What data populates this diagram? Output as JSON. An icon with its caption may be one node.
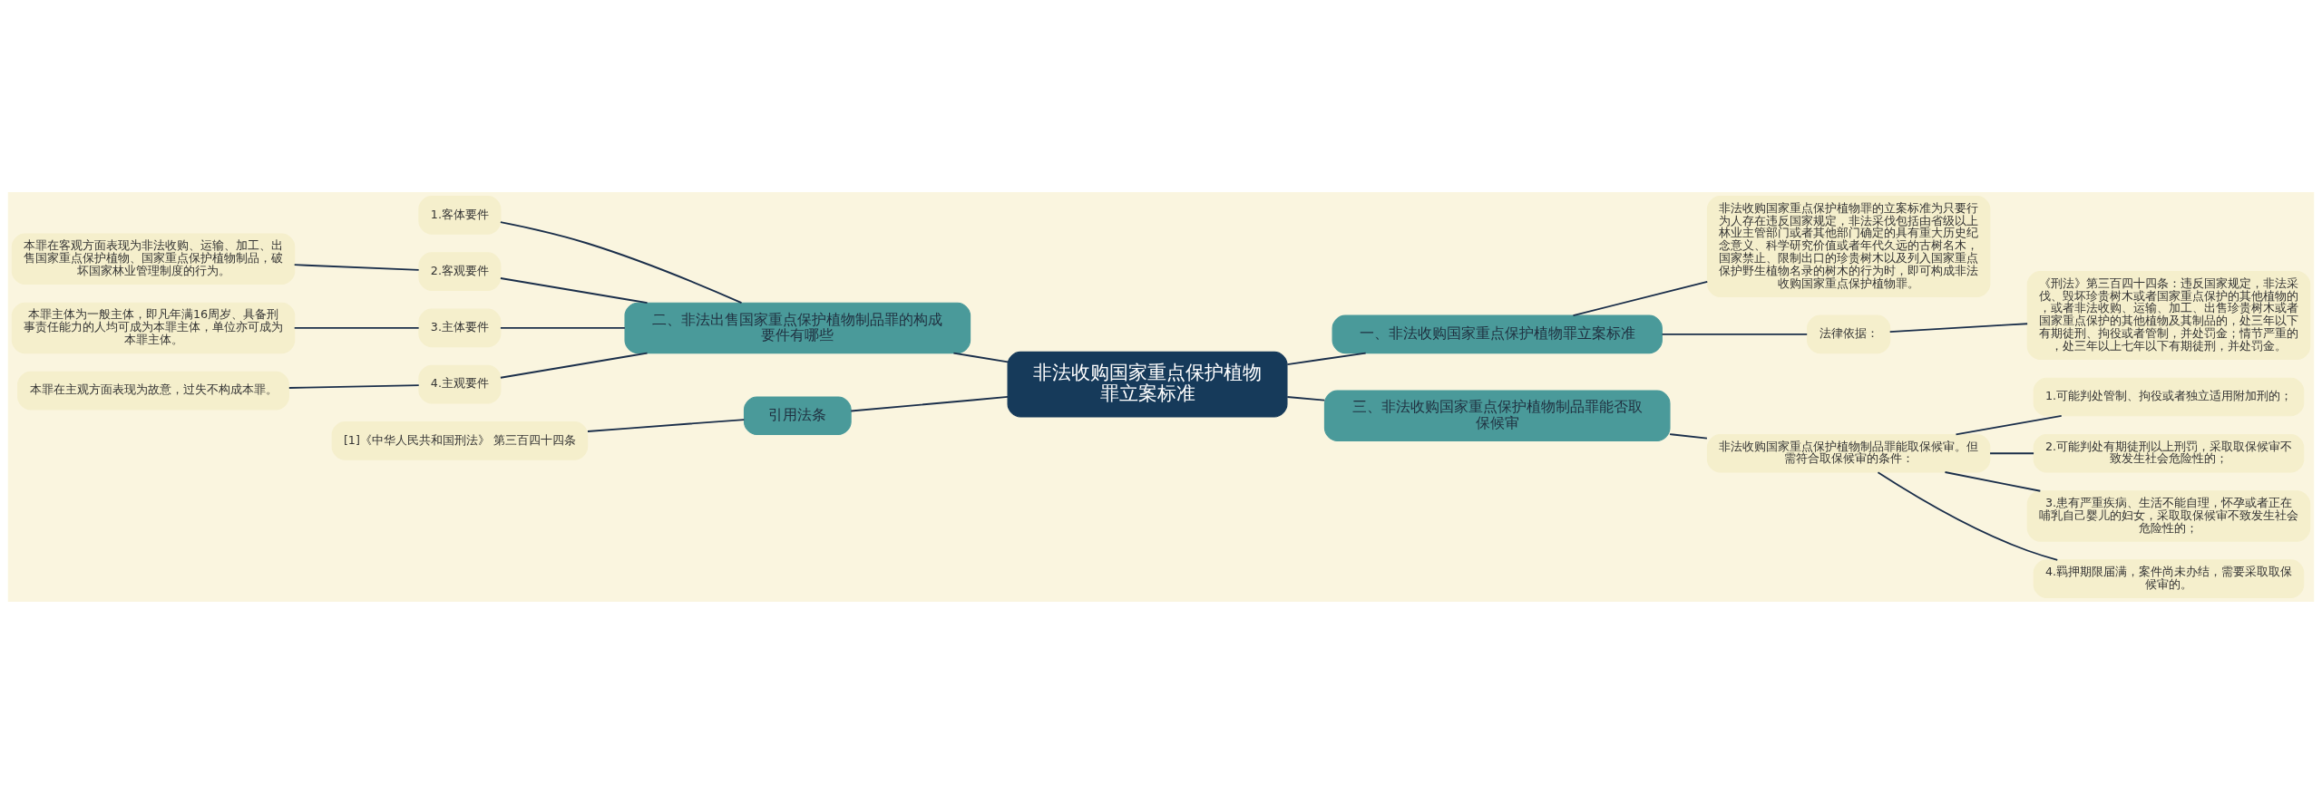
{
  "diagram": {
    "nodes": [
      {
        "text": [
          "非法收购国家重点保护植物罪立案标准"
        ]
      },
      {
        "text": [
          "一、非法收购国家重点保护植物罪立案标准"
        ]
      },
      {
        "text": [
          "非法收购国家重点保护植物罪的立案标准为只要行为人存在违反国家规定，非法采伐包括由省级以上林业主管部门或者其他部门确定的具有重大历史纪念意义、科学研究价值或者年代久远的古树名木，国家禁止、限制出口的珍贵树木以及列入国家重点保护野生植物名录的树木的行为时，即可构成非法收购国家重点保护植物罪。"
        ]
      },
      {
        "text": [
          "法律依据："
        ]
      },
      {
        "text": [
          "《刑法》第三百四十四条：违反国家规定，非法采伐、毁坏珍贵树木或者国家重点保护的其他植物的，或者非法收购、运输、加工、出售珍贵树木或者国家重点保护的其他植物及其制品的，处三年以下有期徒刑、拘役或者管制，并处罚金；情节严重的，处三年以上七年以下有期徒刑，并处罚金。"
        ]
      },
      {
        "text": [
          "二、非法出售国家重点保护植物制品罪的构成要件有哪些"
        ]
      },
      {
        "text": [
          "1.客体要件"
        ]
      },
      {
        "text": [
          "2.客观要件"
        ]
      },
      {
        "text": [
          "本罪在客观方面表现为非法收购、运输、加工、出售国家重点保护植物、国家重点保护植物制品，破坏国家林业管理制度的行为。"
        ]
      },
      {
        "text": [
          "3.主体要件"
        ]
      },
      {
        "text": [
          "本罪主体为一般主体，即凡年满16周岁、具备刑事责任能力的人均可成为本罪主体，单位亦可成为本罪主体。"
        ]
      },
      {
        "text": [
          "4.主观要件"
        ]
      },
      {
        "text": [
          "本罪在主观方面表现为故意，过失不构成本罪。"
        ]
      },
      {
        "text": [
          "引用法条"
        ]
      },
      {
        "text": [
          "[1]《中华人民共和国刑法》 第三百四十四条"
        ]
      },
      {
        "text": [
          "三、非法收购国家重点保护植物制品罪能否取保候审"
        ]
      },
      {
        "text": [
          "非法收购国家重点保护植物制品罪能取保候审。但需符合取保候审的条件："
        ]
      },
      {
        "text": [
          "1.可能判处管制、拘役或者独立适用附加刑的；"
        ]
      },
      {
        "text": [
          "2.可能判处有期徒刑以上刑罚，采取取保候审不致发生社会危险性的；"
        ]
      },
      {
        "text": [
          "3.患有严重疾病、生活不能自理，怀孕或者正在哺乳自己婴儿的妇女，采取取保候审不致发生社会危险性的；"
        ]
      },
      {
        "text": [
          "4.羁押期限届满，案件尚未办结，需要采取取保候审的。"
        ]
      }
    ],
    "edges": [
      {
        "from": 0,
        "to": 1,
        "arrow": "none"
      },
      {
        "from": 1,
        "to": 2,
        "arrow": "none"
      },
      {
        "from": 1,
        "to": 3,
        "arrow": "none"
      },
      {
        "from": 3,
        "to": 4,
        "arrow": "none"
      },
      {
        "from": 0,
        "to": 5,
        "arrow": "none"
      },
      {
        "from": 5,
        "to": 6,
        "arrow": "none"
      },
      {
        "from": 5,
        "to": 7,
        "arrow": "none"
      },
      {
        "from": 7,
        "to": 8,
        "arrow": "none"
      },
      {
        "from": 5,
        "to": 9,
        "arrow": "none"
      },
      {
        "from": 9,
        "to": 10,
        "arrow": "none"
      },
      {
        "from": 5,
        "to": 11,
        "arrow": "none"
      },
      {
        "from": 11,
        "to": 12,
        "arrow": "none"
      },
      {
        "from": 0,
        "to": 13,
        "arrow": "none"
      },
      {
        "from": 13,
        "to": 14,
        "arrow": "none"
      },
      {
        "from": 0,
        "to": 15,
        "arrow": "none"
      },
      {
        "from": 15,
        "to": 16,
        "arrow": "none"
      },
      {
        "from": 16,
        "to": 17,
        "arrow": "none"
      },
      {
        "from": 16,
        "to": 18,
        "arrow": "none"
      },
      {
        "from": 16,
        "to": 19,
        "arrow": "none"
      },
      {
        "from": 16,
        "to": 20,
        "arrow": "none"
      }
    ]
  }
}
